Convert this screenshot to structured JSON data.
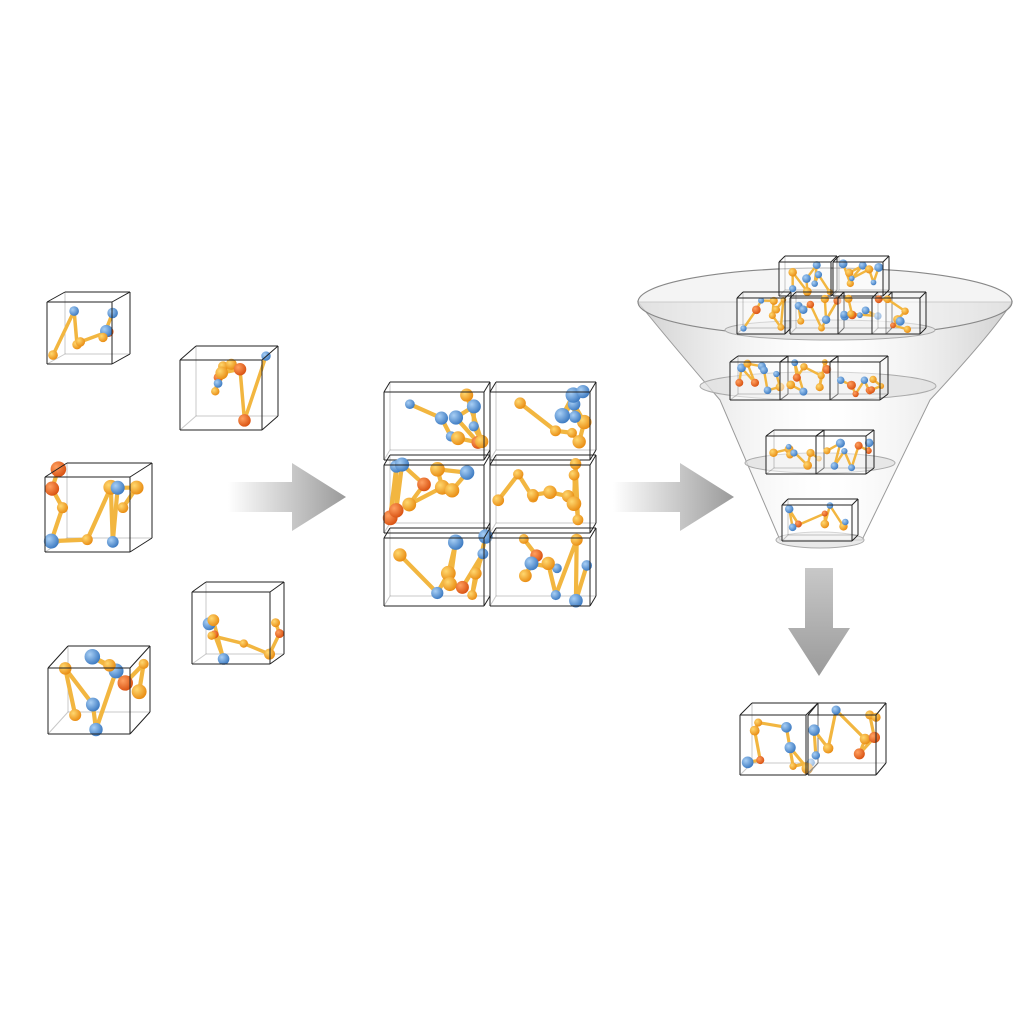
{
  "diagram": {
    "stages": [
      "individual-unit-cells",
      "assembled-supercell",
      "funnel-screening",
      "selected-structures"
    ],
    "colors": {
      "background": "#ffffff",
      "atom_orange": "#f0a020",
      "atom_orange_dark": "#e06818",
      "atom_blue": "#4a88d0",
      "bond": "#f2b640",
      "cube_edge": "#222222",
      "arrow": "#a8a8a8",
      "funnel": "#d8d8d8"
    },
    "icons": [
      "right-arrow-icon",
      "right-arrow-icon",
      "down-arrow-icon",
      "funnel-icon"
    ]
  }
}
